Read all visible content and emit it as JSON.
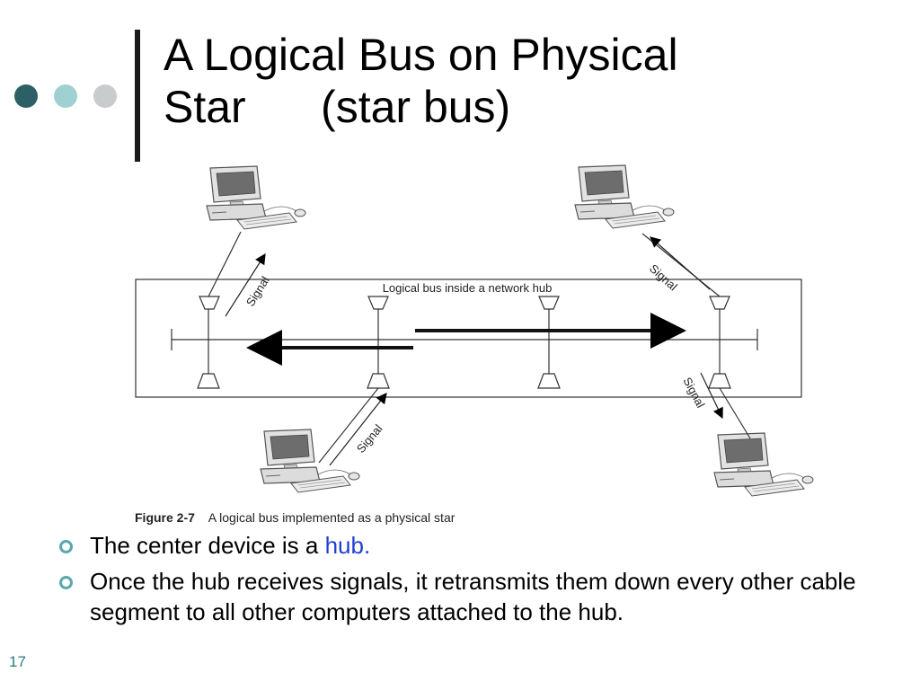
{
  "slide": {
    "title_line1": "A Logical Bus on Physical",
    "title_line2": "Star      (star bus)",
    "slide_number": "17"
  },
  "figure": {
    "hub_label": "Logical bus inside a network hub",
    "signal_label": "Signal",
    "caption_prefix": "Figure 2-7",
    "caption_text": "A logical bus implemented as a physical star"
  },
  "bullets": [
    {
      "text": "The center device is a ",
      "highlight": "hub."
    },
    {
      "text": "Once the hub receives signals, it retransmits them down every other cable segment to all other computers attached to the hub."
    }
  ],
  "colors": {
    "dot_dark": "#2d5f66",
    "dot_light": "#9fd0d2",
    "dot_grey": "#c9cccc",
    "link_blue": "#1f3fd1",
    "bullet_ring": "#5aa7ad"
  },
  "icons": [
    "computer-icon"
  ]
}
